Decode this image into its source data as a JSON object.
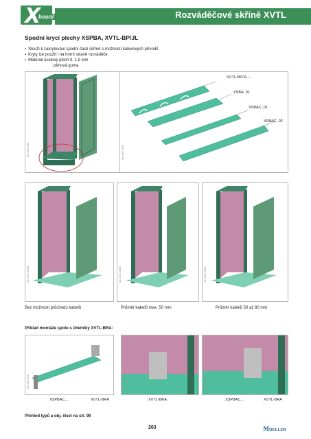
{
  "header": {
    "logo_text": "board",
    "title": "Rozváděčové skříně XVTL"
  },
  "section_title": "Spodní krycí plechy XSPBA, XVTL-BP/JL",
  "bullets": [
    "Slouží k zakrytování spodní části skříně s možností kabelových přívodů",
    "Kryty lze použít i na horní straně rozváděče",
    "Materiál ocelový plech tl. 1,5 mm",
    "pěnová guma"
  ],
  "parts": {
    "a": "XVTL-BP/JL-...",
    "b": "XSBA..01",
    "c": "XSBAC..01",
    "d": "XSBAC..02"
  },
  "photo_ids": {
    "top_cabinet": "a/c 062 004",
    "top_parts": "a/c 062 030",
    "c1": "a/c 062 1/00a",
    "c2": "a/c 062 1/00b",
    "c3": "a/c 062 1/00c",
    "m1": "a/c 062 101",
    "m2": "a/c 062 1/7",
    "m3": "a/c 062 1/0"
  },
  "captions": {
    "c1": "Bez možnosti průchodu kabelů",
    "c2": "Průměr kabelů max. 50 mm",
    "c3": "Průměr kabelů 50 až 80 mm"
  },
  "mount": {
    "heading": "Příklad montáže spolu s úhelníky XVTL-BRA:",
    "labels": [
      "XSPBAC...",
      "XVTL-BRA",
      "XVTL-BRA",
      "XSPBAC...",
      "XVTL-BRA"
    ]
  },
  "footer": {
    "note": "Přehled typů a obj. čísel na str. 99",
    "page": "263",
    "brand": "Moeller"
  },
  "colors": {
    "brand_green": "#3b8f57",
    "frame_green": "#2f6e55",
    "panel_pink": "#c48aa9",
    "door_green": "#5f9a76",
    "plate_teal": "#4fbe9f"
  }
}
